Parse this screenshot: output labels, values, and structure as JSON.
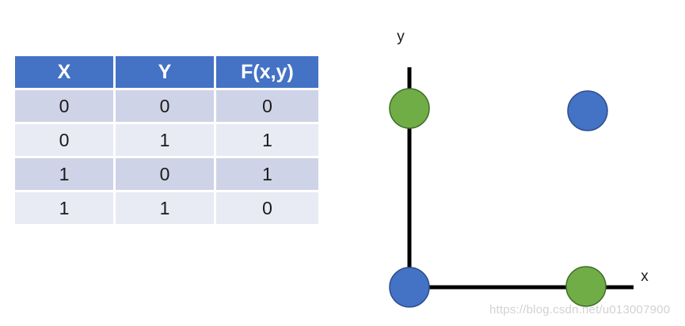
{
  "table": {
    "name": "xor-truth-table",
    "headers": [
      "X",
      "Y",
      "F(x,y)"
    ],
    "rows": [
      [
        "0",
        "0",
        "0"
      ],
      [
        "0",
        "1",
        "1"
      ],
      [
        "1",
        "0",
        "1"
      ],
      [
        "1",
        "1",
        "0"
      ]
    ],
    "header_bg": "#4472C4",
    "header_text_color": "#FFFFFF",
    "row_bg_dark": "#CED3E7",
    "row_bg_light": "#E8EAF4",
    "cell_text_color": "#1A1A1A"
  },
  "diagram": {
    "name": "xor-linear-separability-plot",
    "x_axis_label": "x",
    "y_axis_label": "y",
    "axis_color": "#000000",
    "points": [
      {
        "label": "(0,0)",
        "class": "0",
        "color": "#4472C4",
        "color_name": "blue",
        "cx": 0,
        "cy": 0
      },
      {
        "label": "(0,1)",
        "class": "1",
        "color": "#70AD47",
        "color_name": "green",
        "cx": 0,
        "cy": 1
      },
      {
        "label": "(1,0)",
        "class": "1",
        "color": "#70AD47",
        "color_name": "green",
        "cx": 1,
        "cy": 0
      },
      {
        "label": "(1,1)",
        "class": "0",
        "color": "#4472C4",
        "color_name": "blue",
        "cx": 1,
        "cy": 1
      }
    ]
  },
  "watermark": {
    "text": "https://blog.csdn.net/u013007900"
  }
}
